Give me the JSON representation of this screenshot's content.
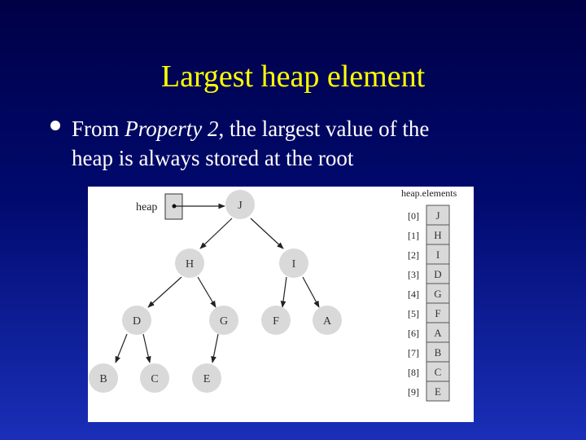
{
  "slide": {
    "title": "Largest heap element",
    "bullet_prefix": "From ",
    "bullet_emph": "Property 2",
    "bullet_line1_rest": ", the largest value of the",
    "bullet_line2": "heap is always stored at the root"
  },
  "figure": {
    "heap_label": "heap",
    "array_label": "heap.elements",
    "nodes": [
      "J",
      "H",
      "I",
      "D",
      "G",
      "F",
      "A",
      "B",
      "C",
      "E"
    ],
    "indices": [
      "[0]",
      "[1]",
      "[2]",
      "[3]",
      "[4]",
      "[5]",
      "[6]",
      "[7]",
      "[8]",
      "[9]"
    ],
    "elements": [
      "J",
      "H",
      "I",
      "D",
      "G",
      "F",
      "A",
      "B",
      "C",
      "E"
    ]
  }
}
